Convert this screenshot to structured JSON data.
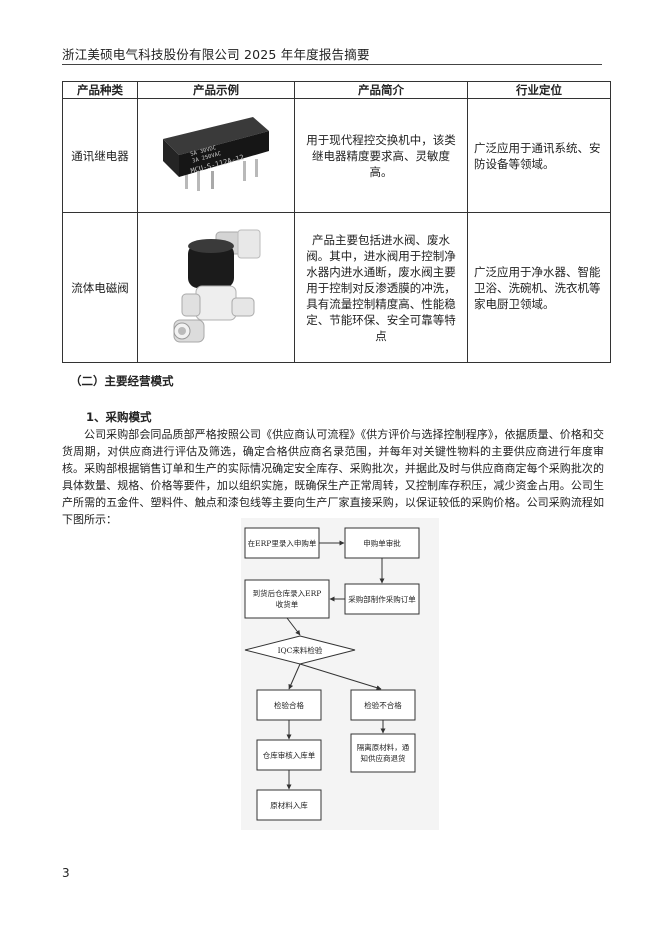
{
  "header": {
    "title": "浙江美硕电气科技股份有限公司 2025 年年度报告摘要"
  },
  "table": {
    "headers": [
      "产品种类",
      "产品示例",
      "产品简介",
      "行业定位"
    ],
    "rows": [
      {
        "category": "通讯继电器",
        "image": "relay-product-photo",
        "description": "用于现代程控交换机中，该类继电器精度要求高、灵敏度高。",
        "position": "广泛应用于通讯系统、安防设备等领域。",
        "relay_label_lines": [
          "5A 30VDC",
          "3A 250VAC",
          "MCU-S-112A-12"
        ]
      },
      {
        "category": "流体电磁阀",
        "image": "solenoid-valve-photo",
        "description": "产品主要包括进水阀、废水阀。其中，进水阀用于控制净水器内进水通断，废水阀主要用于控制对反渗透膜的冲洗，具有流量控制精度高、性能稳定、节能环保、安全可靠等特点",
        "position": "广泛应用于净水器、智能卫浴、洗碗机、洗衣机等家电厨卫领域。"
      }
    ]
  },
  "section_title": "（二）主要经营模式",
  "subsection_title": "1、采购模式",
  "paragraph": "公司采购部会同品质部严格按照公司《供应商认可流程》《供方评价与选择控制程序》，依据质量、价格和交货周期，对供应商进行评估及筛选，确定合格供应商名录范围，并每年对关键性物料的主要供应商进行年度审核。采购部根据销售订单和生产的实际情况确定安全库存、采购批次，并据此及时与供应商商定每个采购批次的具体数量、规格、价格等要件，加以组织实施，既确保生产正常周转，又控制库存积压，减少资金占用。公司生产所需的五金件、塑料件、触点和漆包线等主要向生产厂家直接采购，以保证较低的采购价格。公司采购流程如下图所示：",
  "flowchart": {
    "step1": "在ERP里录入申购单",
    "step2": "申购单审批",
    "step3": "采购部制作采购订单",
    "step4_line1": "到货后仓库录入ERP",
    "step4_line2": "收货单",
    "decision": "IQC来料检验",
    "pass": "检验合格",
    "fail": "检验不合格",
    "warehouse": "仓库审核入库单",
    "isolate_line1": "隔离原材料，通",
    "isolate_line2": "知供应商退货",
    "final": "原材料入库"
  },
  "page_number": "3"
}
